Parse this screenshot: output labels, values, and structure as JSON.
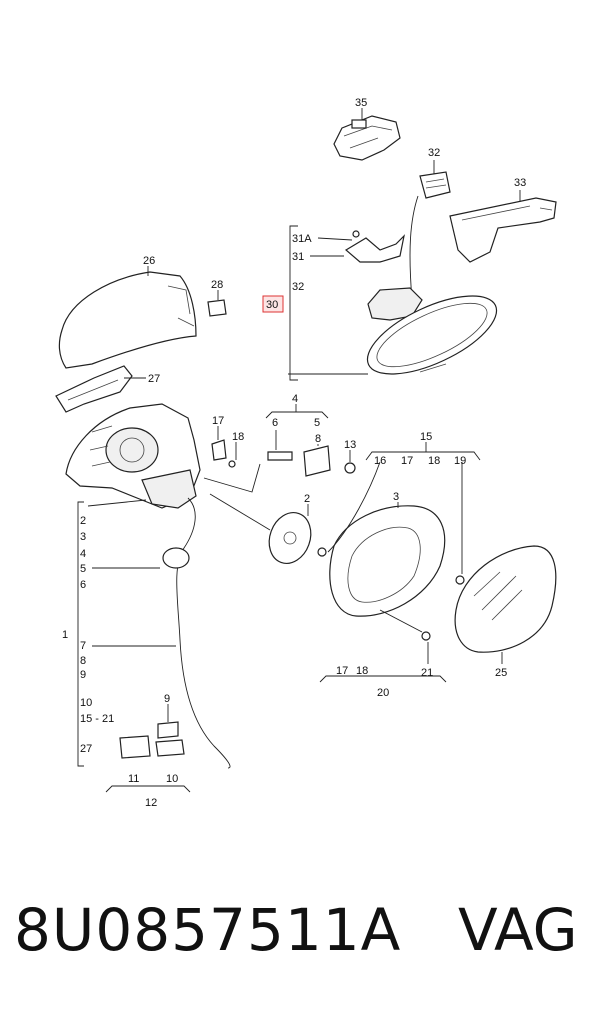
{
  "diagram": {
    "callouts": {
      "c35": "35",
      "c32top": "32",
      "c33": "33",
      "c31a": "31A",
      "c31": "31",
      "c32": "32",
      "c30": "30",
      "c26": "26",
      "c28": "28",
      "c27": "27",
      "c4": "4",
      "c6": "6",
      "c5": "5",
      "c17a": "17",
      "c18a": "18",
      "c8": "8",
      "c13": "13",
      "c15": "15",
      "c16": "16",
      "c17b": "17",
      "c18b": "18",
      "c19": "19",
      "c3": "3",
      "c2side": "2",
      "c2": "2",
      "c3side": "3",
      "c4side": "4",
      "c5side": "5",
      "c6side": "6",
      "c1": "1",
      "c7": "7",
      "c8side": "8",
      "c9side": "9",
      "c10side": "10",
      "c1521": "15 - 21",
      "c27side": "27",
      "c9": "9",
      "c11": "11",
      "c10": "10",
      "c12": "12",
      "c17c": "17",
      "c18c": "18",
      "c21": "21",
      "c20": "20",
      "c25": "25"
    }
  },
  "footer": {
    "part_number": "8U0857511A",
    "brand": "VAG"
  }
}
